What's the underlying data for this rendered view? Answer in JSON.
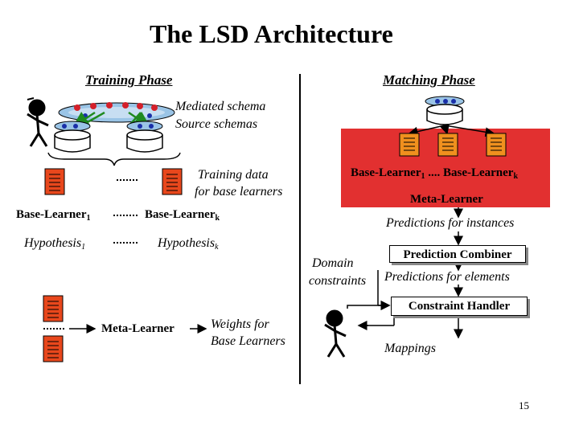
{
  "title": "The LSD Architecture",
  "training": {
    "phase_label": "Training Phase",
    "mediated_schema": "Mediated schema",
    "source_schemas": "Source schemas",
    "training_data_1": "Training data",
    "training_data_2": "for base learners",
    "base_learner_1": "Base-Learner",
    "base_learner_1_sub": "1",
    "base_learner_k": "Base-Learner",
    "base_learner_k_sub": "k",
    "hypothesis_1": "Hypothesis",
    "hypothesis_1_sub": "1",
    "hypothesis_k": "Hypothesis",
    "hypothesis_k_sub": "k",
    "meta_learner": "Meta-Learner",
    "weights_1": "Weights for",
    "weights_2": "Base Learners"
  },
  "matching": {
    "phase_label": "Matching Phase",
    "base_learners_a": "Base-Learner",
    "base_learners_a_sub": "1",
    "base_learners_mid": " .... Base-Learner",
    "base_learners_b_sub": "k",
    "meta_learner": "Meta-Learner",
    "predictions_instances": "Predictions for instances",
    "domain": "Domain",
    "constraints": "constraints",
    "prediction_combiner": "Prediction Combiner",
    "predictions_elements": "Predictions for elements",
    "constraint_handler": "Constraint Handler",
    "mappings": "Mappings"
  },
  "page_number": "15",
  "colors": {
    "doc_icon_fill": "#e8471c",
    "doc_icon_matching_fill": "#f0901e",
    "panel_bg": "#e23030",
    "node_red": "#d4202a",
    "node_blue": "#1a2fa8",
    "edge_green": "#1f8a1f"
  }
}
